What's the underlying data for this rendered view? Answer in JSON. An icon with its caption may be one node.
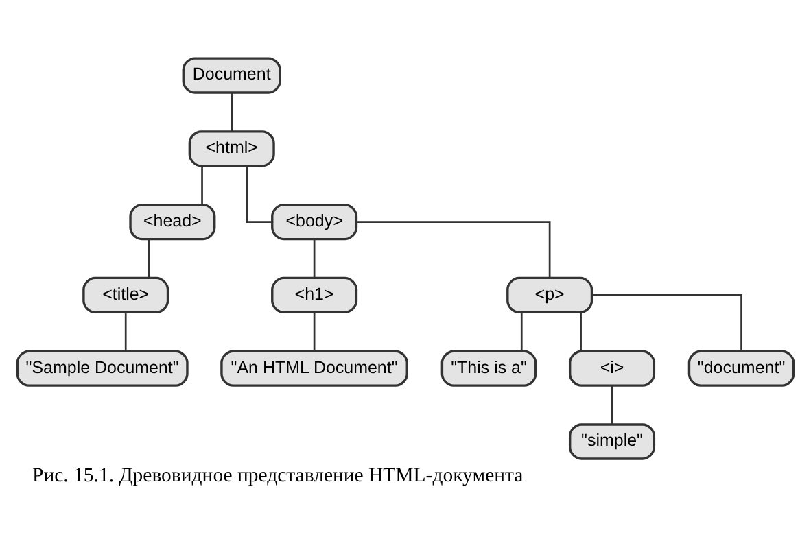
{
  "diagram": {
    "caption": "Рис. 15.1. Древовидное представление HTML-документа",
    "nodes": [
      {
        "text": [
          "Document"
        ]
      },
      {
        "text": [
          "<html>"
        ]
      },
      {
        "text": [
          "<head>"
        ]
      },
      {
        "text": [
          "<body>"
        ]
      },
      {
        "text": [
          "<title>"
        ]
      },
      {
        "text": [
          "\"Sample Document\""
        ]
      },
      {
        "text": [
          "<h1>"
        ]
      },
      {
        "text": [
          "<p>"
        ]
      },
      {
        "text": [
          "\"An HTML Document\""
        ]
      },
      {
        "text": [
          "\"This is a\""
        ]
      },
      {
        "text": [
          "<i>"
        ]
      },
      {
        "text": [
          "\"document\""
        ]
      },
      {
        "text": [
          "\"simple\""
        ]
      }
    ],
    "edges": [
      {
        "from": 0,
        "to": 1,
        "arrow": "none"
      },
      {
        "from": 1,
        "to": 2,
        "arrow": "none"
      },
      {
        "from": 1,
        "to": 3,
        "arrow": "none"
      },
      {
        "from": 2,
        "to": 4,
        "arrow": "none"
      },
      {
        "from": 4,
        "to": 5,
        "arrow": "none"
      },
      {
        "from": 3,
        "to": 6,
        "arrow": "none"
      },
      {
        "from": 3,
        "to": 7,
        "arrow": "none"
      },
      {
        "from": 6,
        "to": 8,
        "arrow": "none"
      },
      {
        "from": 7,
        "to": 9,
        "arrow": "none"
      },
      {
        "from": 7,
        "to": 10,
        "arrow": "none"
      },
      {
        "from": 7,
        "to": 11,
        "arrow": "none"
      },
      {
        "from": 10,
        "to": 12,
        "arrow": "none"
      }
    ]
  }
}
